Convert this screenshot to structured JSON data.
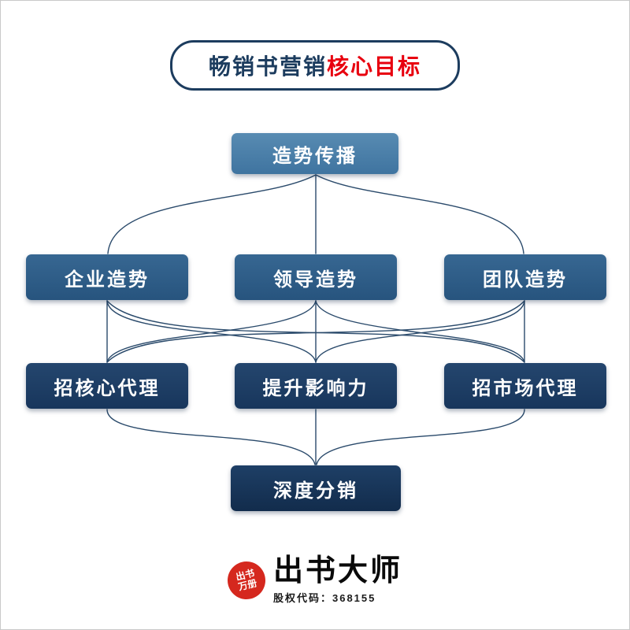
{
  "title": {
    "primary": "畅销书营销",
    "accent": "核心目标"
  },
  "nodes": {
    "top": "造势传播",
    "row2": [
      "企业造势",
      "领导造势",
      "团队造势"
    ],
    "row3": [
      "招核心代理",
      "提升影响力",
      "招市场代理"
    ],
    "bottom": "深度分销"
  },
  "edges": [
    {
      "from": "造势传播",
      "to": "企业造势"
    },
    {
      "from": "造势传播",
      "to": "领导造势"
    },
    {
      "from": "造势传播",
      "to": "团队造势"
    },
    {
      "from": "企业造势",
      "to": "招核心代理"
    },
    {
      "from": "企业造势",
      "to": "提升影响力"
    },
    {
      "from": "企业造势",
      "to": "招市场代理"
    },
    {
      "from": "领导造势",
      "to": "招核心代理"
    },
    {
      "from": "领导造势",
      "to": "提升影响力"
    },
    {
      "from": "领导造势",
      "to": "招市场代理"
    },
    {
      "from": "团队造势",
      "to": "招核心代理"
    },
    {
      "from": "团队造势",
      "to": "提升影响力"
    },
    {
      "from": "团队造势",
      "to": "招市场代理"
    },
    {
      "from": "招核心代理",
      "to": "深度分销"
    },
    {
      "from": "提升影响力",
      "to": "深度分销"
    },
    {
      "from": "招市场代理",
      "to": "深度分销"
    }
  ],
  "footer": {
    "seal_text": "出书万册",
    "brand": "出书大师",
    "code": "股权代码：368155"
  },
  "colors": {
    "navy": "#1c3c5e",
    "red": "#e8000f",
    "seal_red": "#d5281e",
    "box_light_blue": "#4a7da6",
    "box_mid_blue": "#2d5e89",
    "box_dark_navy": "#1d3a5f",
    "box_bottom_navy": "#16334f"
  }
}
